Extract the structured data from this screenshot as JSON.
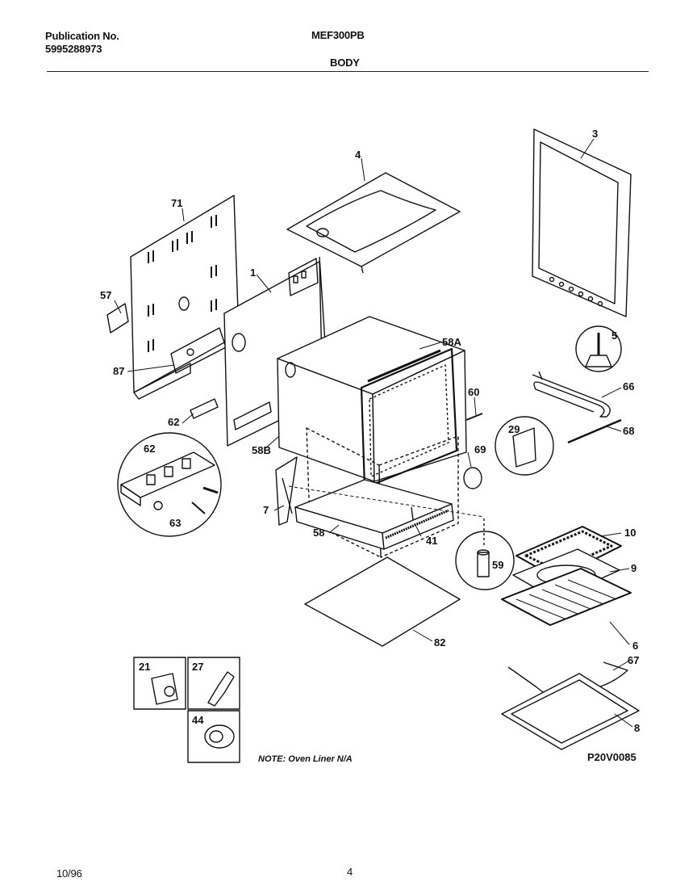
{
  "header": {
    "publication_label": "Publication No.",
    "publication_number": "5995288973",
    "model": "MEF300PB",
    "section": "BODY"
  },
  "callouts": {
    "c71": "71",
    "c1": "1",
    "c4": "4",
    "c3": "3",
    "c57": "57",
    "c87": "87",
    "c58A": "58A",
    "c5": "5",
    "c66a": "66",
    "c68": "68",
    "c60": "60",
    "c62a": "62",
    "c58B": "58B",
    "c29": "29",
    "c69": "69",
    "c62b": "62",
    "c63": "63",
    "c7": "7",
    "c58": "58",
    "c41": "41",
    "c10": "10",
    "c9": "9",
    "c59": "59",
    "c6": "6",
    "c82": "82",
    "c21": "21",
    "c27": "27",
    "c67": "67",
    "c8": "8",
    "c44": "44"
  },
  "note": "NOTE:  Oven Liner N/A",
  "figure_code": "P20V0085",
  "footer": {
    "date": "10/96",
    "page": "4"
  }
}
